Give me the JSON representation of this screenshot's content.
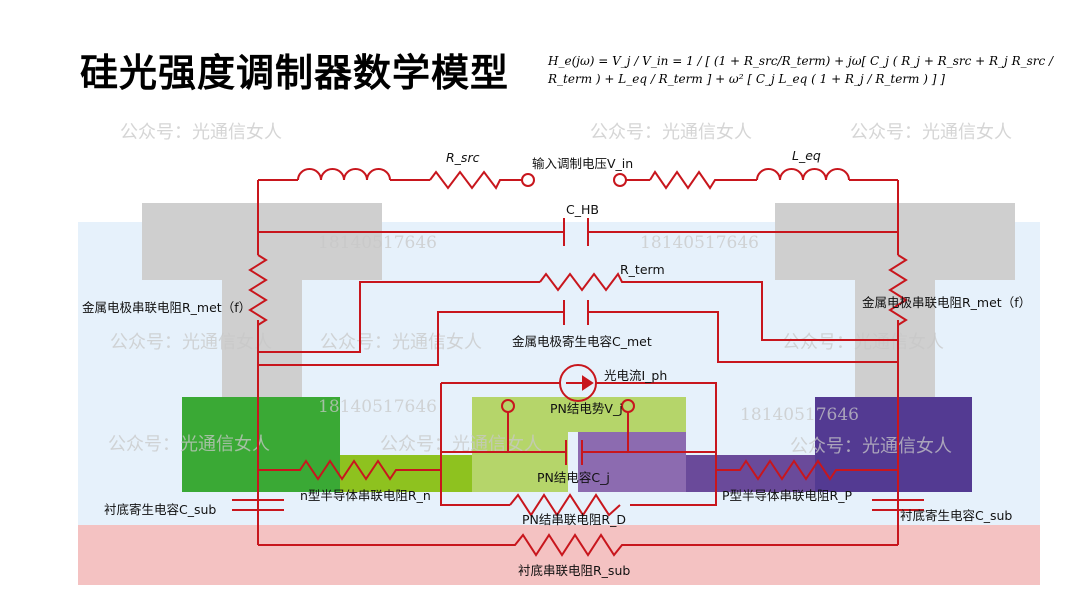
{
  "title": "硅光强度调制器数学模型",
  "formula": "H_e(jω) = V_j / V_in = 1 / [ (1 + R_src/R_term) + jω[ C_j ( R_j + R_src + R_j R_src / R_term ) + L_eq / R_term ] + ω² [ C_j L_eq ( 1 + R_j / R_term ) ] ]",
  "labels": {
    "r_src": "R_src",
    "v_in": "输入调制电压V_in",
    "l_eq": "L_eq",
    "c_hb": "C_HB",
    "r_term": "R_term",
    "r_met_left": "金属电极串联电阻R_met（f）",
    "r_met_right": "金属电极串联电阻R_met（f）",
    "c_met": "金属电极寄生电容C_met",
    "i_ph": "光电流I_ph",
    "v_j": "PN结电势V_j",
    "c_j": "PN结电容C_j",
    "r_n": "n型半导体串联电阻R_n",
    "r_p": "P型半导体串联电阻R_P",
    "r_d": "PN结串联电阻R_D",
    "c_sub_left": "衬底寄生电容C_sub",
    "c_sub_right": "衬底寄生电容C_sub",
    "r_sub": "衬底串联电阻R_sub"
  },
  "watermarks": {
    "account": "公众号：光通信女人",
    "phone": "18140517646"
  },
  "colors": {
    "wire": "#c8161d",
    "oxide": "#e6f1fb",
    "substrate": "#f4c2c2",
    "metal": "#cfcfcf",
    "n_plus": "#3aa935",
    "n": "#8ec21f",
    "n_light": "#b5d56a",
    "p": "#8c6bb0",
    "p_dark": "#6a4a9a",
    "p_plus": "#533a92"
  }
}
